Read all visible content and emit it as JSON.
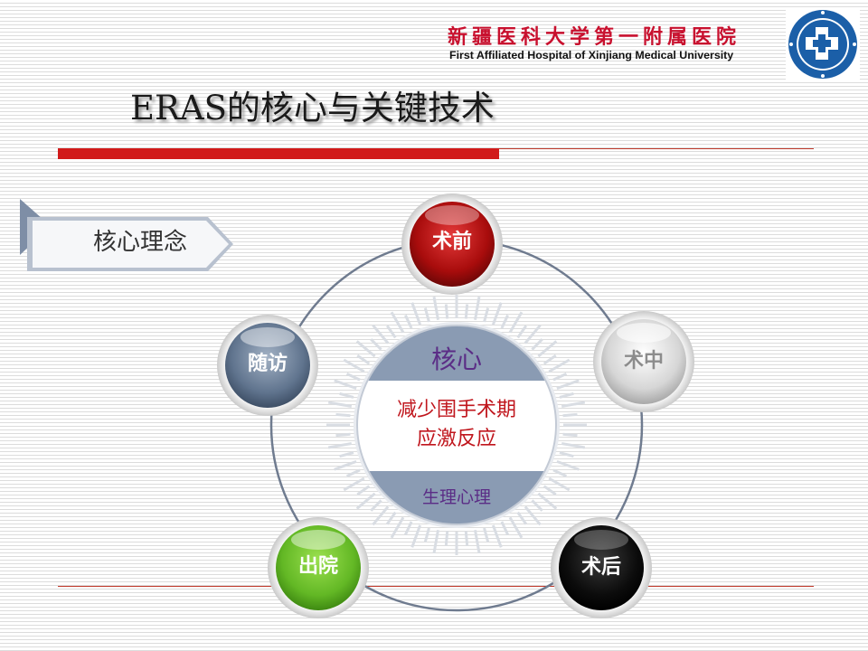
{
  "header": {
    "hospital_name_cn": "新疆医科大学第一附属医院",
    "hospital_name_en": "First Affiliated Hospital of Xinjiang Medical University"
  },
  "slide": {
    "title": "ERAS的核心与关键技术"
  },
  "concept": {
    "label": "核心理念"
  },
  "nodes": [
    {
      "id": "pre-op",
      "label": "术前",
      "color": "#b50d0d"
    },
    {
      "id": "intra-op",
      "label": "术中",
      "color": "#cfcfcf"
    },
    {
      "id": "post-op",
      "label": "术后",
      "color": "#111111"
    },
    {
      "id": "discharge",
      "label": "出院",
      "color": "#6dbf2b"
    },
    {
      "id": "follow-up",
      "label": "随访",
      "color": "#5f7590"
    }
  ],
  "center": {
    "title": "核心",
    "line1": "减少围手术期",
    "line2": "应激反应",
    "bottom": "生理心理"
  },
  "colors": {
    "accent_red": "#d11a1a",
    "center_band": "#8a9bb3",
    "purple_text": "#5b2d86"
  }
}
